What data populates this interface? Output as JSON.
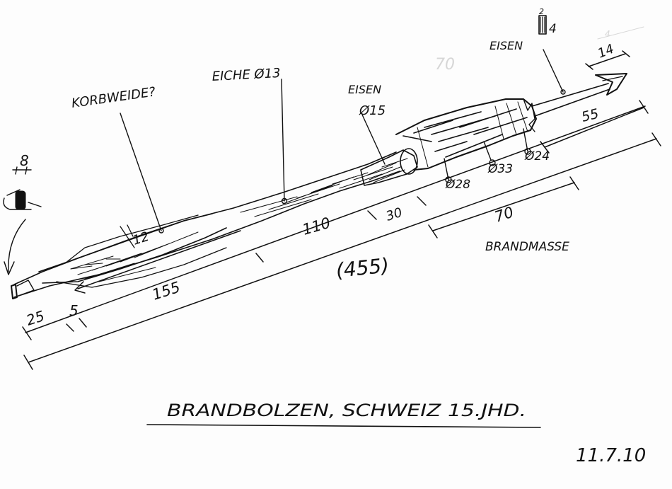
{
  "colors": {
    "ink": "#111111",
    "paper": "#fdfdfd",
    "ghost": "#d6d6d6"
  },
  "labels": {
    "korbweide": "KORBWEIDE?",
    "eiche": "EICHE Ø13",
    "eisen_mid": "EISEN",
    "eisen_mid_dia": "Ø15",
    "eisen_top": "EISEN",
    "brandmasse": "BRANDMASSE",
    "title": "BRANDBOLZEN, SCHWEIZ 15.JHD.",
    "date": "11.7.10"
  },
  "dimensions": {
    "d8": "8",
    "d2": "2",
    "d4": "4",
    "d14": "14",
    "d55": "55",
    "d24": "Ø24",
    "d33": "Ø33",
    "d28": "Ø28",
    "d12": "12",
    "d110": "110",
    "d30": "30",
    "d70": "70",
    "d155": "155",
    "d25": "25",
    "d5": "5",
    "total": "(455)"
  },
  "ghost_marks": {
    "g70": "70",
    "g4": "4"
  }
}
